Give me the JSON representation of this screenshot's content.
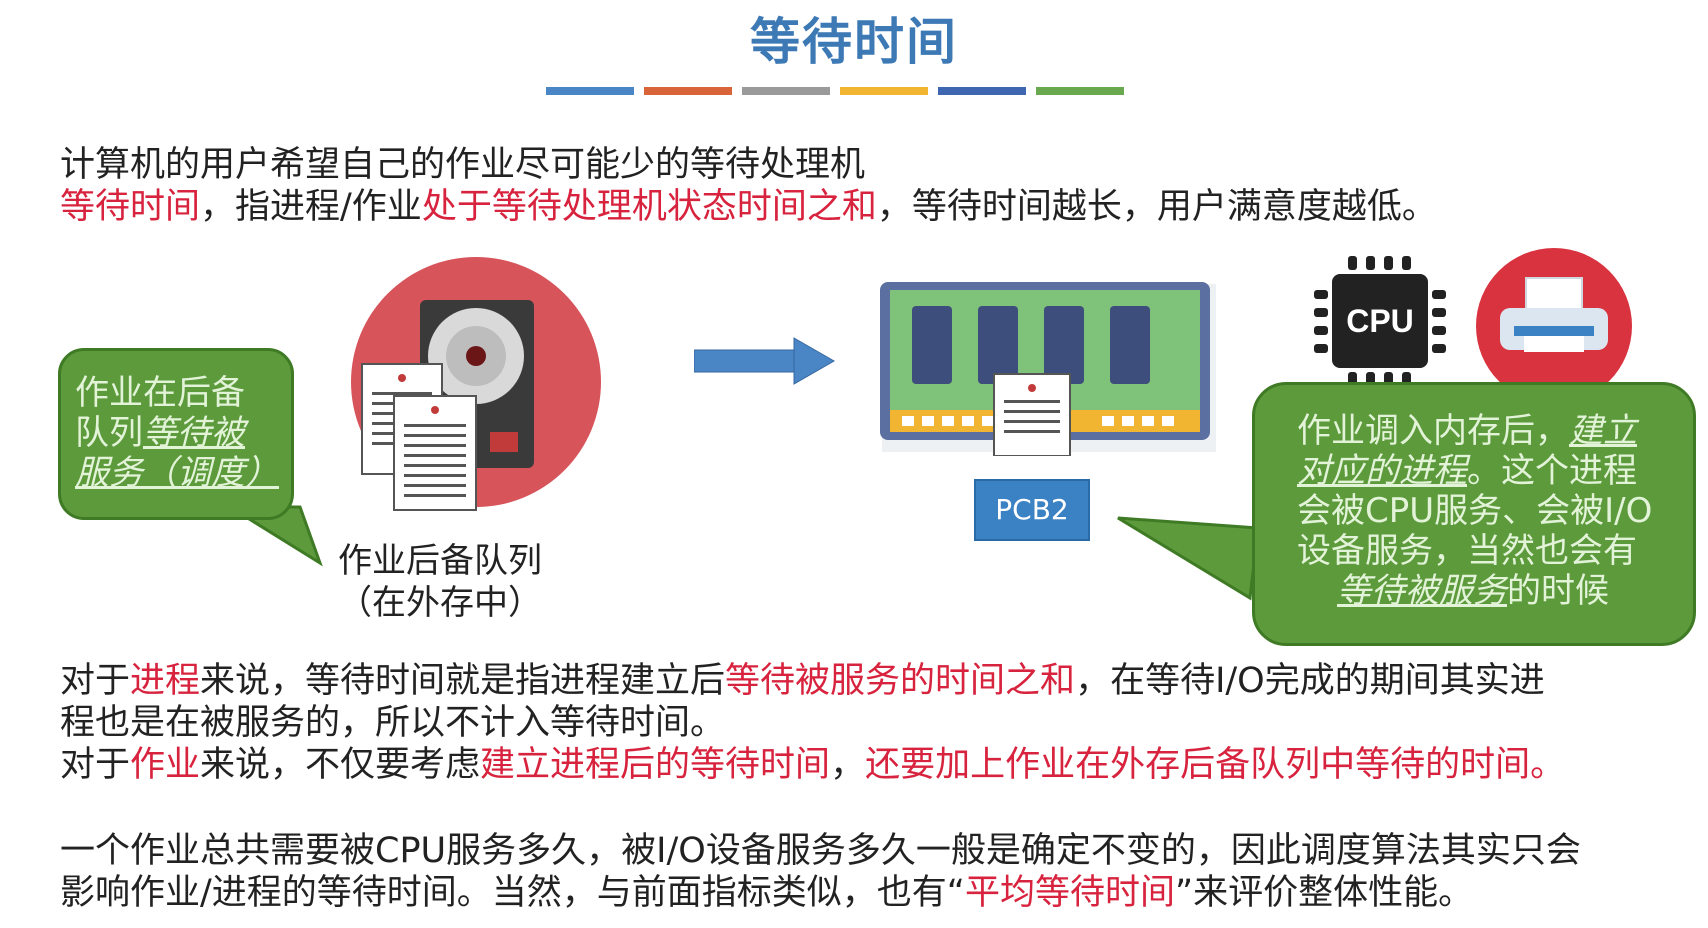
{
  "title": "等待时间",
  "title_bar_colors": [
    "#4a86c5",
    "#d9643a",
    "#9a9a9a",
    "#f2b531",
    "#3f67b1",
    "#6aa84f"
  ],
  "intro": {
    "line1": "计算机的用户希望自己的作业尽可能少的等待处理机",
    "line2": [
      {
        "text": "等待时间",
        "red": true
      },
      {
        "text": "，指进程/作业",
        "red": false
      },
      {
        "text": "处于等待处理机状态时间之和",
        "red": true
      },
      {
        "text": "，等待时间越长，用户满意度越低。",
        "red": false
      }
    ]
  },
  "left_bubble": {
    "line1": "作业在后备",
    "line2_plain": "队列",
    "line2_emph": "等待被",
    "line3_emph": "服务（调度）"
  },
  "queue_label": {
    "line1": "作业后备队列",
    "line2": "（在外存中）"
  },
  "pcb_label": "PCB2",
  "cpu_label": "CPU",
  "right_bubble": {
    "l1_plain": "作业调入内存后，",
    "l1_emph": "建立",
    "l2_emph": "对应的进程",
    "l2_plain": "。这个进程",
    "l3": "会被CPU服务、会被I/O",
    "l4": "设备服务，当然也会有",
    "l5_emph": "等待被服务",
    "l5_plain": "的时候"
  },
  "para1": {
    "line1": [
      {
        "text": "对于",
        "red": false
      },
      {
        "text": "进程",
        "red": true
      },
      {
        "text": "来说，等待时间就是指进程建立后",
        "red": false
      },
      {
        "text": "等待被服务的时间之和",
        "red": true
      },
      {
        "text": "，在等待I/O完成的期间其实进",
        "red": false
      }
    ],
    "line2": "程也是在被服务的，所以不计入等待时间。",
    "line3": [
      {
        "text": "对于",
        "red": false
      },
      {
        "text": "作业",
        "red": true
      },
      {
        "text": "来说，不仅要考虑",
        "red": false
      },
      {
        "text": "建立进程后的等待时间",
        "red": true
      },
      {
        "text": "，",
        "red": false
      },
      {
        "text": "还要加上作业在外存后备队列中等待的时间。",
        "red": true
      }
    ]
  },
  "para2": {
    "line1": "一个作业总共需要被CPU服务多久，被I/O设备服务多久一般是确定不变的，因此调度算法其实只会",
    "line2": [
      {
        "text": "影响作业/进程的等待时间。当然，与前面指标类似，也有“",
        "red": false
      },
      {
        "text": "平均等待时间",
        "red": true
      },
      {
        "text": "”来评价整体性能。",
        "red": false
      }
    ]
  }
}
